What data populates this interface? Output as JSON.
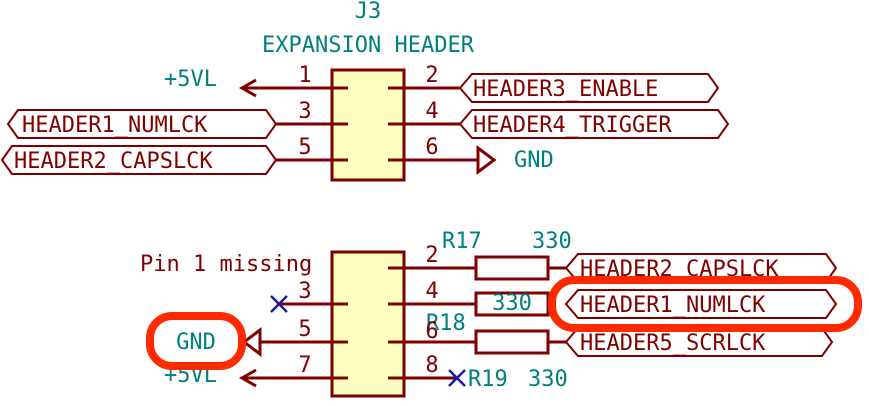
{
  "header_top": {
    "ref": "J3",
    "value": "EXPANSION HEADER",
    "pin_numbers": [
      "1",
      "2",
      "3",
      "4",
      "5",
      "6"
    ],
    "nets": {
      "p1": "+5VL",
      "p2": "HEADER3_ENABLE",
      "p3": "HEADER1_NUMLCK",
      "p4": "HEADER4_TRIGGER",
      "p5": "HEADER2_CAPSLCK",
      "p6": "GND"
    }
  },
  "header_bottom": {
    "note": "Pin 1 missing",
    "pin_numbers": [
      "2",
      "3",
      "4",
      "5",
      "6",
      "7",
      "8"
    ],
    "resistors": {
      "r17_ref": "R17",
      "r17_val": "330",
      "r18_ref": "R18",
      "r18_val": "330",
      "r19_ref": "R19",
      "r19_val": "330"
    },
    "nets": {
      "gnd": "GND",
      "plus5vl": "+5VL",
      "capslck": "HEADER2_CAPSLCK",
      "numlck": "HEADER1_NUMLCK",
      "scrlck": "HEADER5_SCRLCK"
    }
  },
  "colors": {
    "wire": "#800000",
    "body_fill": "#ffffc2",
    "power_text": "#00807d",
    "net_text": "#800000",
    "highlight": "#ff2a00",
    "no_connect": "#1a1a99"
  }
}
